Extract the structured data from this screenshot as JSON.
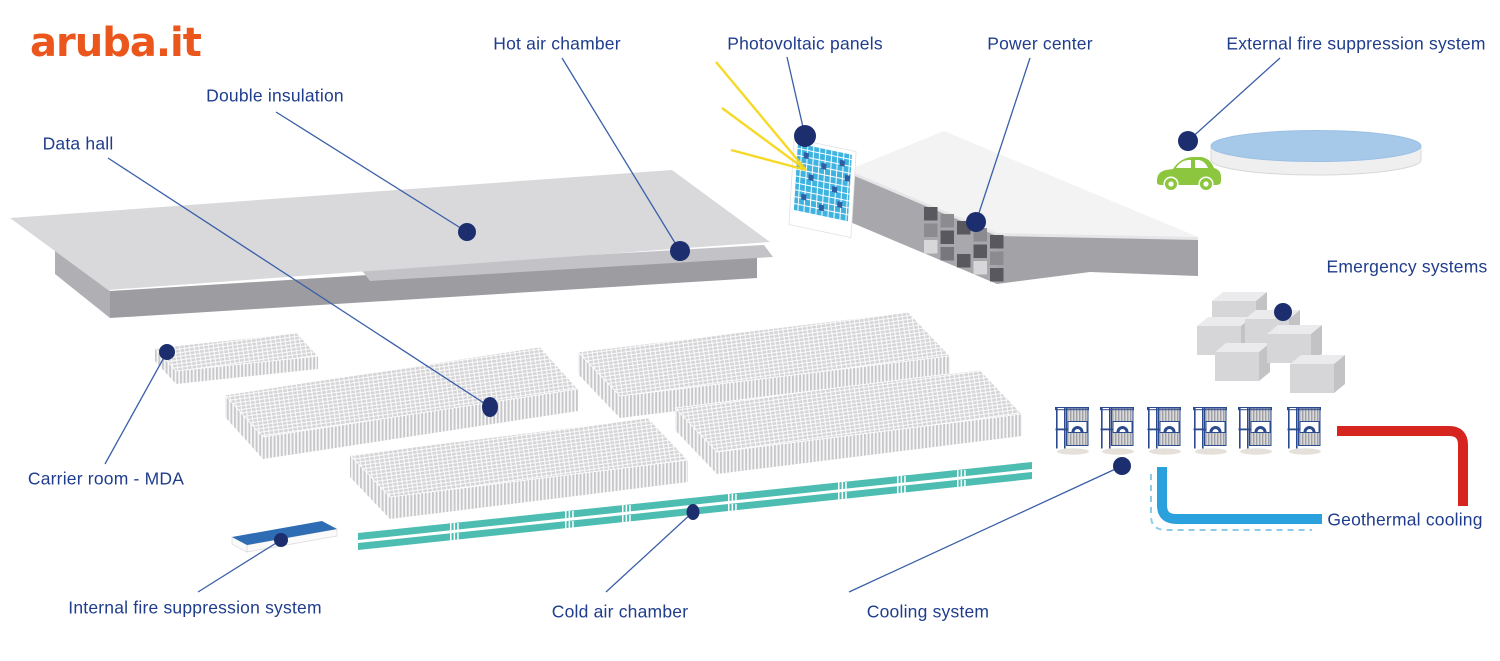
{
  "logo": {
    "text": "aruba.it",
    "color": "#ea561c"
  },
  "callouts": {
    "double_insulation": "Double insulation",
    "data_hall": "Data hall",
    "hot_air_chamber": "Hot air chamber",
    "photovoltaic_panels": "Photovoltaic panels",
    "power_center": "Power center",
    "external_fire": "External fire suppression system",
    "emergency_systems": "Emergency systems",
    "carrier_room": "Carrier room - MDA",
    "internal_fire": "Internal fire suppression system",
    "cold_air_chamber": "Cold air chamber",
    "cooling_system": "Cooling system",
    "geothermal_cooling": "Geothermal cooling"
  },
  "colors": {
    "label_text": "#1f3d8c",
    "leader_line": "#3a5fa8",
    "dot": "#1c2e6e",
    "roof_gray": "#d9d9dc",
    "teal_duct": "#4dbdb2",
    "pipe_red": "#d6251f",
    "pipe_blue": "#2aa0dd",
    "pipe_dashed": "#8ecbea",
    "pv_blue": "#3fb3e0",
    "car_green": "#8cc63e",
    "fire_slab_blue": "#2e6cb4",
    "pool_blue": "#a6c9e9",
    "sun_ray_yellow": "#f6d81c"
  },
  "counts": {
    "rack_rows": 5,
    "emergency_units": 6,
    "cooling_units": 6
  }
}
